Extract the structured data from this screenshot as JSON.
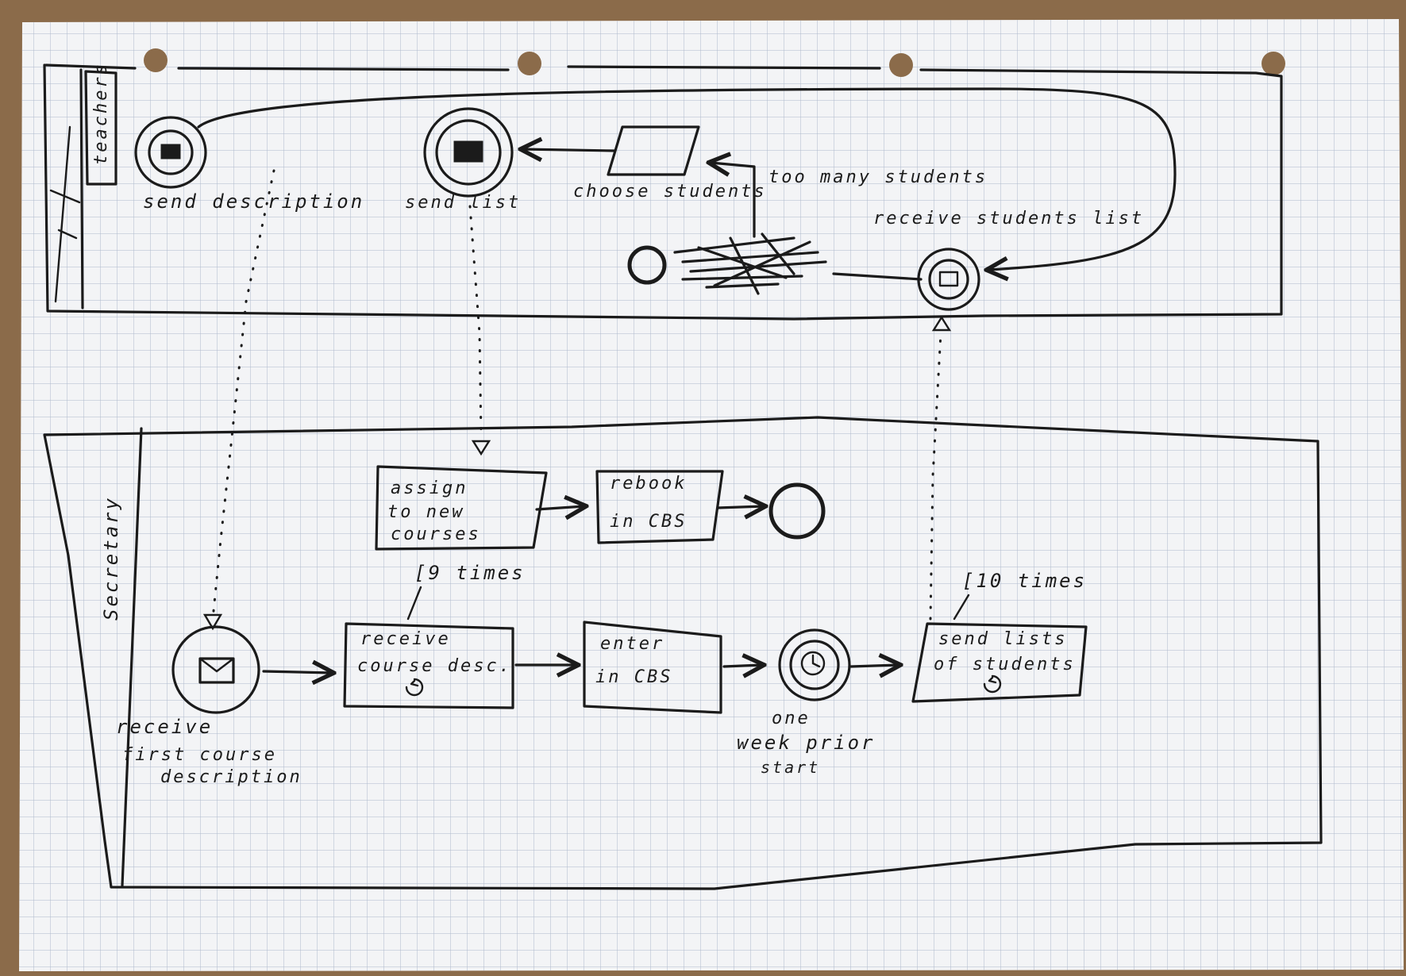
{
  "pools": {
    "top": {
      "label": "teachers"
    },
    "bottom": {
      "label": "Secretary"
    }
  },
  "top_lane": {
    "send_description_label": "send description",
    "send_list_label": "send list",
    "choose_students_label": "choose students",
    "too_many_students_label": "too many students",
    "receive_students_list_label": "receive students list"
  },
  "bottom_lane": {
    "assign_task": [
      "assign",
      "to new",
      "courses"
    ],
    "rebook_task": [
      "rebook",
      "in CBS"
    ],
    "receive_course_task": [
      "receive",
      "course desc."
    ],
    "enter_task": [
      "enter",
      "in CBS"
    ],
    "send_lists_task": [
      "send lists",
      "of students"
    ],
    "loop_9": "[9 times",
    "loop_10": "[10 times",
    "receive_first_label": [
      "receive",
      "first course",
      "description"
    ],
    "timer_label": [
      "one",
      "week prior",
      "start"
    ]
  }
}
